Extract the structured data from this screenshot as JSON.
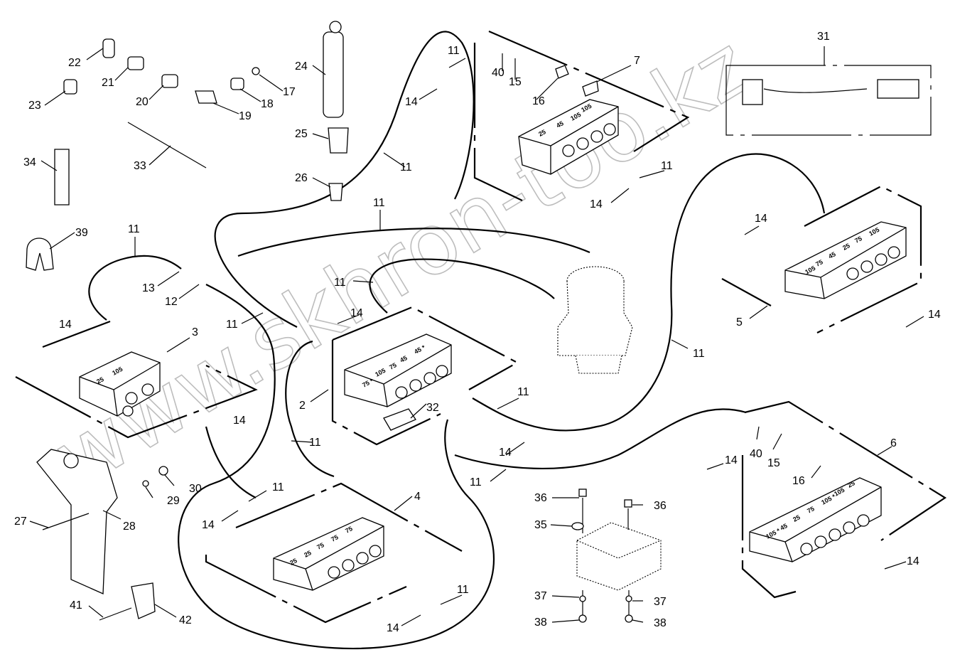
{
  "watermark": "www.skhron-too.kz",
  "callouts": {
    "c2": "2",
    "c3": "3",
    "c4": "4",
    "c5": "5",
    "c6": "6",
    "c7": "7",
    "c11": "11",
    "c12": "12",
    "c13": "13",
    "c14": "14",
    "c15": "15",
    "c16": "16",
    "c17": "17",
    "c18": "18",
    "c19": "19",
    "c20": "20",
    "c21": "21",
    "c22": "22",
    "c23": "23",
    "c24": "24",
    "c25": "25",
    "c26": "26",
    "c27": "27",
    "c28": "28",
    "c29": "29",
    "c30": "30",
    "c31": "31",
    "c32": "32",
    "c33": "33",
    "c34": "34",
    "c35": "35",
    "c36": "36",
    "c37": "37",
    "c38": "38",
    "c39": "39",
    "c40": "40",
    "c41": "41",
    "c42": "42"
  },
  "outlet_marks": {
    "m25": "25",
    "m45": "45",
    "m75": "75",
    "m105": "105",
    "m45s": "45 *",
    "m75s": "75 *",
    "m105s": "105 *"
  }
}
